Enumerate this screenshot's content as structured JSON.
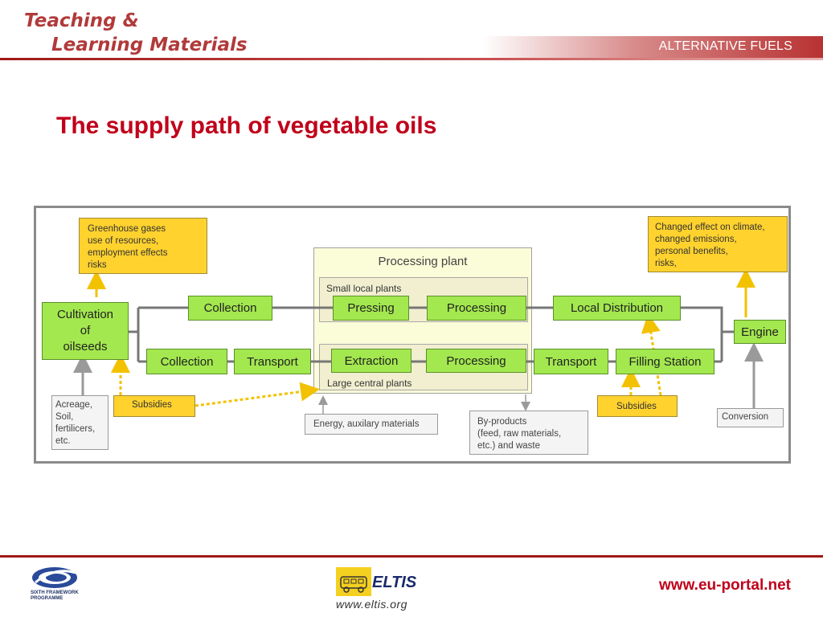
{
  "header": {
    "brand_line1": "Teaching &",
    "brand_line2": "Learning Materials",
    "topic": "ALTERNATIVE FUELS"
  },
  "title": "The supply path of vegetable oils",
  "diagram": {
    "greenhouse": "Greenhouse gases\nuse of resources,\nemployment effects\nrisks",
    "changed": "Changed effect on climate,\nchanged emissions,\npersonal benefits,\nrisks,",
    "cultivation": "Cultivation\nof\noilseeds",
    "collection_top": "Collection",
    "collection_bottom": "Collection",
    "transport_left": "Transport",
    "plant_title": "Processing plant",
    "small_plants": "Small local plants",
    "large_plants": "Large central plants",
    "pressing": "Pressing",
    "processing_top": "Processing",
    "extraction": "Extraction",
    "processing_bottom": "Processing",
    "local_distribution": "Local Distribution",
    "transport_right": "Transport",
    "filling_station": "Filling Station",
    "engine": "Engine",
    "acreage": "Acreage,\nSoil,\nfertilicers,\netc.",
    "subsidies_left": "Subsidies",
    "energy": "Energy, auxilary materials",
    "byproducts": "By-products\n(feed, raw materials,\netc.) and waste",
    "subsidies_right": "Subsidies",
    "conversion": "Conversion"
  },
  "footer": {
    "url": "www.eu-portal.net",
    "programme": "SIXTH FRAMEWORK\nPROGRAMME",
    "eltis": "ELTIS",
    "eltis_url": "www.eltis.org"
  },
  "colors": {
    "accent_red": "#c0001a",
    "green_box": "#a3e84f",
    "yellow_box": "#ffd22e"
  }
}
